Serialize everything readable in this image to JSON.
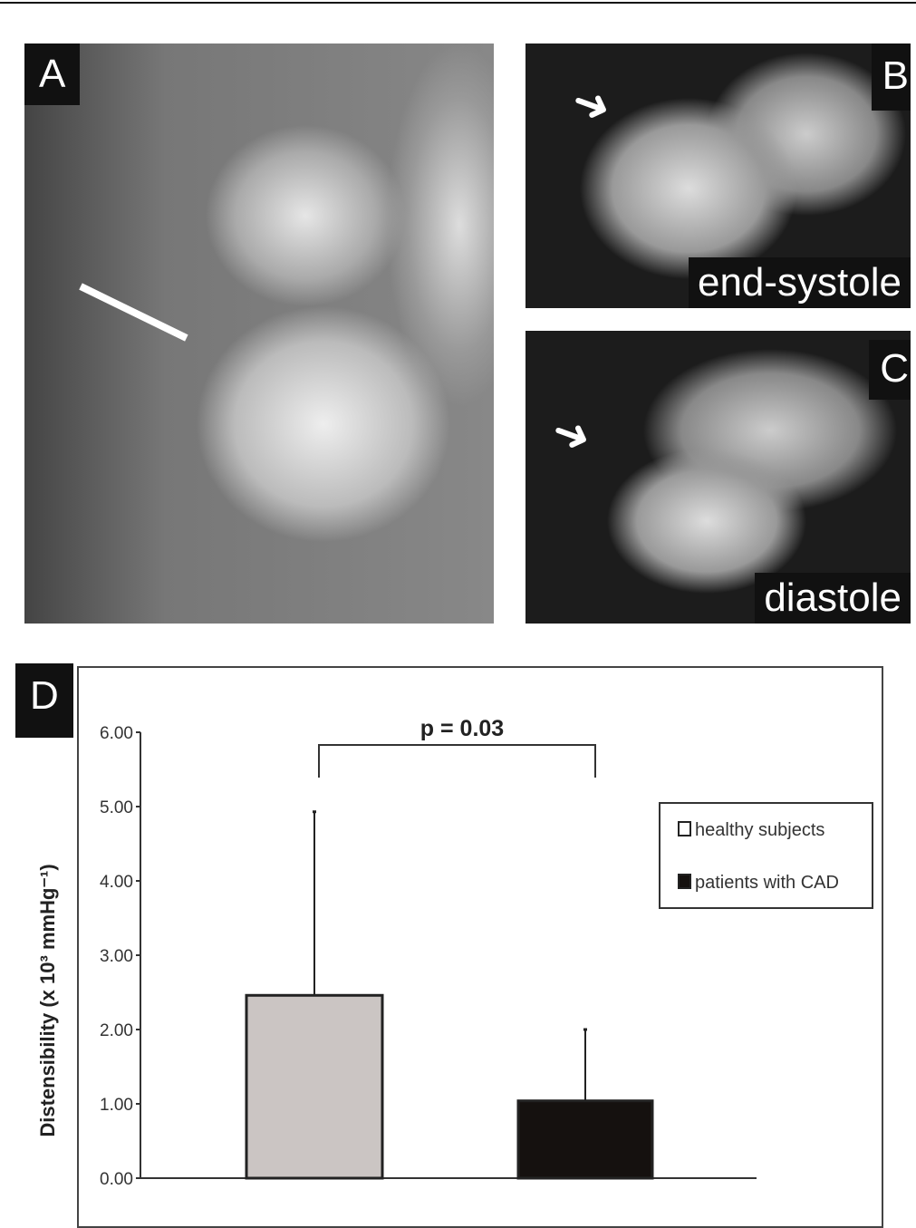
{
  "panels": {
    "a": {
      "label": "A"
    },
    "b": {
      "label": "B",
      "caption": "end-systole"
    },
    "c": {
      "label": "C",
      "caption": "diastole"
    },
    "d": {
      "label": "D"
    }
  },
  "chart_data": {
    "type": "bar",
    "title": "",
    "annotation": "p = 0.03",
    "xlabel": "",
    "ylabel": "Distensibility (x 10³ mmHg⁻¹)",
    "ylim": [
      0,
      6
    ],
    "yticks": [
      "0.00",
      "1.00",
      "2.00",
      "3.00",
      "4.00",
      "5.00",
      "6.00"
    ],
    "grid": false,
    "legend_position": "right",
    "series": [
      {
        "name": "healthy subjects",
        "value": 2.46,
        "error": 2.47,
        "color": "#cbc5c3"
      },
      {
        "name": "patients with CAD",
        "value": 1.04,
        "error": 0.96,
        "color": "#15110f"
      }
    ]
  }
}
